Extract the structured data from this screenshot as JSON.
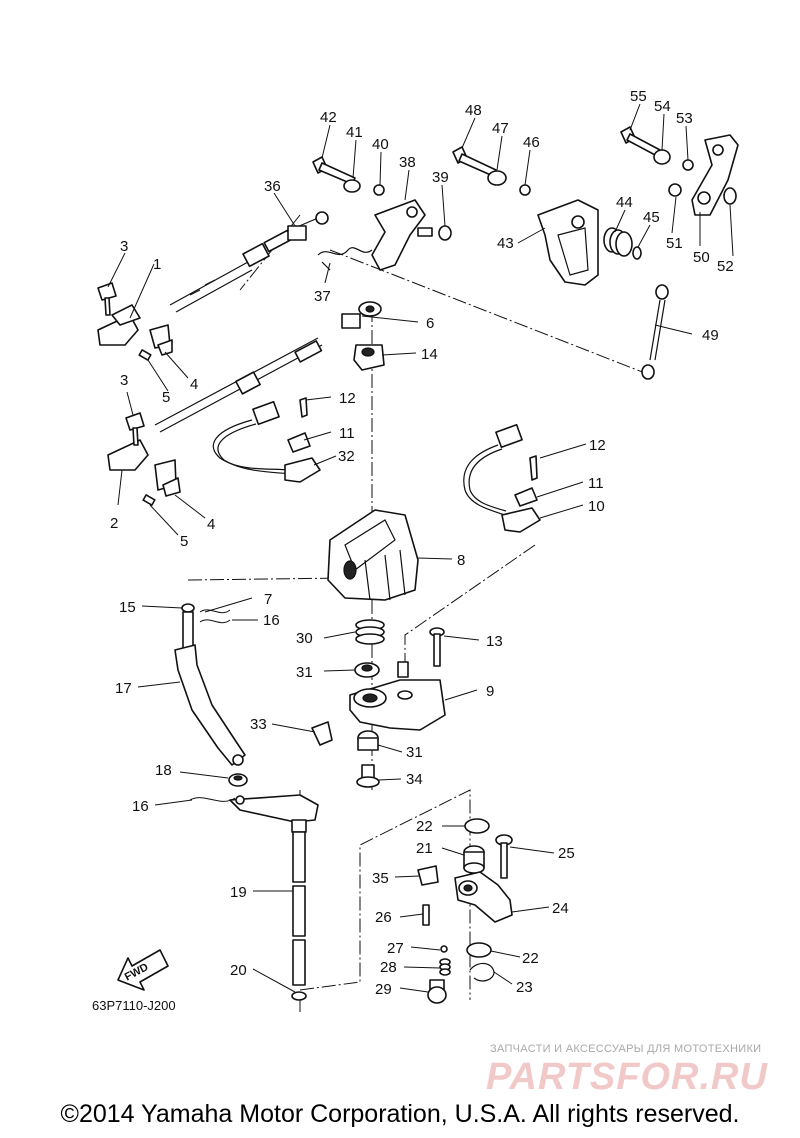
{
  "diagram": {
    "part_labels": [
      {
        "id": "1",
        "text": "1"
      },
      {
        "id": "2",
        "text": "2"
      },
      {
        "id": "3a",
        "text": "3"
      },
      {
        "id": "3b",
        "text": "3"
      },
      {
        "id": "4a",
        "text": "4"
      },
      {
        "id": "4b",
        "text": "4"
      },
      {
        "id": "5a",
        "text": "5"
      },
      {
        "id": "5b",
        "text": "5"
      },
      {
        "id": "6",
        "text": "6"
      },
      {
        "id": "7",
        "text": "7"
      },
      {
        "id": "8",
        "text": "8"
      },
      {
        "id": "9",
        "text": "9"
      },
      {
        "id": "10",
        "text": "10"
      },
      {
        "id": "11a",
        "text": "11"
      },
      {
        "id": "11b",
        "text": "11"
      },
      {
        "id": "12a",
        "text": "12"
      },
      {
        "id": "12b",
        "text": "12"
      },
      {
        "id": "13",
        "text": "13"
      },
      {
        "id": "14",
        "text": "14"
      },
      {
        "id": "15",
        "text": "15"
      },
      {
        "id": "16a",
        "text": "16"
      },
      {
        "id": "16b",
        "text": "16"
      },
      {
        "id": "17",
        "text": "17"
      },
      {
        "id": "18",
        "text": "18"
      },
      {
        "id": "19",
        "text": "19"
      },
      {
        "id": "20",
        "text": "20"
      },
      {
        "id": "21",
        "text": "21"
      },
      {
        "id": "22a",
        "text": "22"
      },
      {
        "id": "22b",
        "text": "22"
      },
      {
        "id": "23",
        "text": "23"
      },
      {
        "id": "24",
        "text": "24"
      },
      {
        "id": "25",
        "text": "25"
      },
      {
        "id": "26",
        "text": "26"
      },
      {
        "id": "27",
        "text": "27"
      },
      {
        "id": "28",
        "text": "28"
      },
      {
        "id": "29",
        "text": "29"
      },
      {
        "id": "30",
        "text": "30"
      },
      {
        "id": "31a",
        "text": "31"
      },
      {
        "id": "31b",
        "text": "31"
      },
      {
        "id": "32",
        "text": "32"
      },
      {
        "id": "33",
        "text": "33"
      },
      {
        "id": "34",
        "text": "34"
      },
      {
        "id": "35",
        "text": "35"
      },
      {
        "id": "36",
        "text": "36"
      },
      {
        "id": "37",
        "text": "37"
      },
      {
        "id": "38",
        "text": "38"
      },
      {
        "id": "39",
        "text": "39"
      },
      {
        "id": "40",
        "text": "40"
      },
      {
        "id": "41",
        "text": "41"
      },
      {
        "id": "42",
        "text": "42"
      },
      {
        "id": "43",
        "text": "43"
      },
      {
        "id": "44",
        "text": "44"
      },
      {
        "id": "45",
        "text": "45"
      },
      {
        "id": "46",
        "text": "46"
      },
      {
        "id": "47",
        "text": "47"
      },
      {
        "id": "48",
        "text": "48"
      },
      {
        "id": "49",
        "text": "49"
      },
      {
        "id": "50",
        "text": "50"
      },
      {
        "id": "51",
        "text": "51"
      },
      {
        "id": "52",
        "text": "52"
      },
      {
        "id": "53",
        "text": "53"
      },
      {
        "id": "54",
        "text": "54"
      },
      {
        "id": "55",
        "text": "55"
      }
    ],
    "fwd_label": "FWD",
    "drawing_code": "63P7110-J200"
  },
  "watermark": {
    "caption": "ЗАПЧАСТИ И АКСЕССУАРЫ ДЛЯ МОТОТЕХНИКИ",
    "logo_text": "PARTSFOR.RU",
    "logo_color": "#f1c9c9"
  },
  "footer": {
    "copyright": "©2014 Yamaha Motor Corporation, U.S.A. All rights reserved."
  }
}
